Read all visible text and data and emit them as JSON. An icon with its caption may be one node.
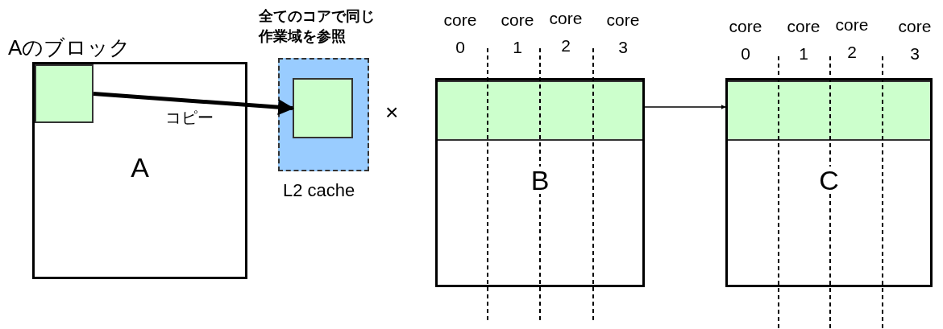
{
  "diagram": {
    "nodes": [
      {
        "text": [
          "A"
        ]
      },
      {
        "text": [],
        "shape": "box",
        "in": 0
      },
      {
        "text": [
          "全てのコアで同じ作業域を参照"
        ],
        "beside": [
          "L2 cache"
        ]
      },
      {
        "text": [],
        "shape": "box",
        "in": 2
      },
      {
        "text": [
          "B"
        ]
      },
      {
        "text": [],
        "shape": "bar",
        "in": 4
      },
      {
        "text": [
          "C"
        ]
      },
      {
        "text": [],
        "shape": "bar",
        "in": 6
      }
    ],
    "edges": [
      {
        "from": 1,
        "to": 3,
        "arrow": "to",
        "label": "コピー",
        "style": "thick"
      },
      {
        "from": 4,
        "to": 6,
        "arrow": "to"
      }
    ],
    "labels": [
      "Aのブロック",
      "×",
      "core 0",
      "core 1",
      "core 2",
      "core 3",
      "core 0",
      "core 1",
      "core 2",
      "core 3"
    ]
  }
}
